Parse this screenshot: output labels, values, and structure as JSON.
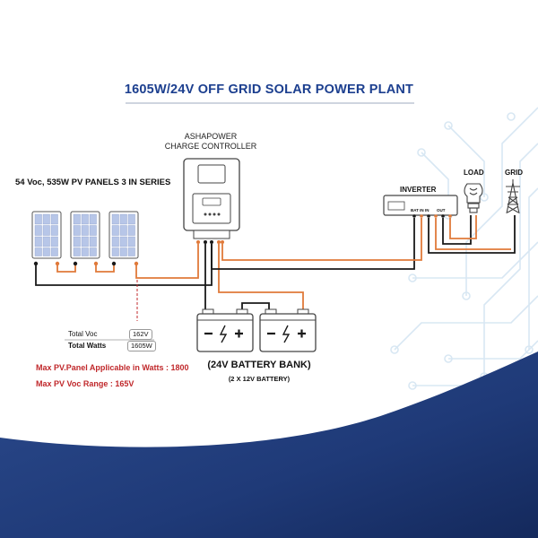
{
  "title": "1605W/24V OFF GRID SOLAR POWER PLANT",
  "controller": {
    "line1": "ASHAPOWER",
    "line2": "CHARGE CONTROLLER"
  },
  "panels": {
    "title": "54 Voc, 535W PV PANELS 3 IN SERIES",
    "count": 3
  },
  "inverter": {
    "label": "INVERTER",
    "terminals": [
      "BAT IN",
      "IN",
      "OUT"
    ]
  },
  "load": {
    "label": "LOAD"
  },
  "grid": {
    "label": "GRID"
  },
  "totals": {
    "voc_label": "Total Voc",
    "voc_value": "162V",
    "watts_label": "Total Watts",
    "watts_value": "1605W"
  },
  "notes": {
    "max_watts": "Max PV.Panel Applicable in Watts : 1800",
    "max_voc": "Max PV Voc Range : 165V"
  },
  "battery_bank": {
    "title": "(24V BATTERY BANK)",
    "subtitle": "(2 X 12V  BATTERY)",
    "count": 2
  },
  "colors": {
    "title_blue": "#1c3f8f",
    "wire_orange": "#e07a3a",
    "wire_black": "#1a1a1a",
    "note_red": "#c0282b",
    "panel_blue": "#b7c6e8",
    "wave_navy": "#1f3a78"
  }
}
